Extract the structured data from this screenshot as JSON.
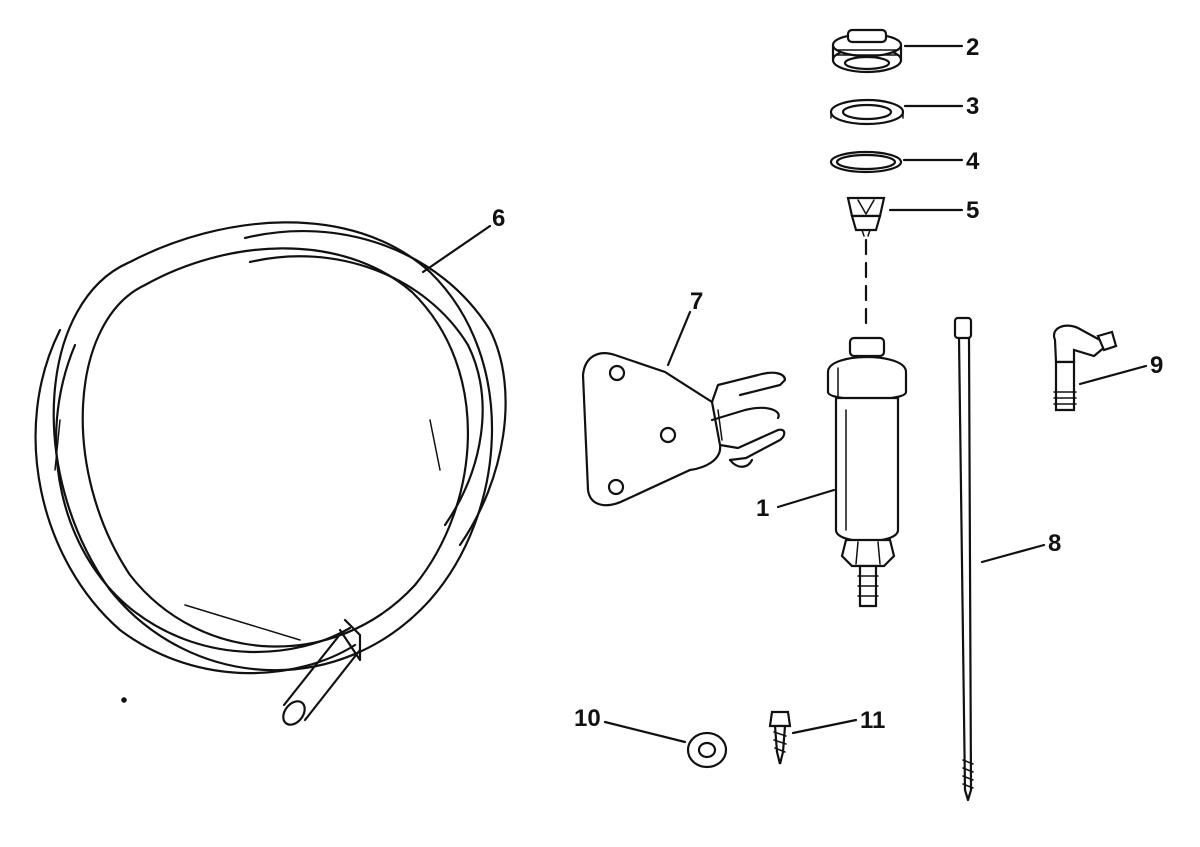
{
  "diagram": {
    "colors": {
      "ink": "#111111",
      "paper": "#ffffff"
    },
    "callouts": [
      {
        "id": "c1",
        "text": "1"
      },
      {
        "id": "c2",
        "text": "2"
      },
      {
        "id": "c3",
        "text": "3"
      },
      {
        "id": "c4",
        "text": "4"
      },
      {
        "id": "c5",
        "text": "5"
      },
      {
        "id": "c6",
        "text": "6"
      },
      {
        "id": "c7",
        "text": "7"
      },
      {
        "id": "c8",
        "text": "8"
      },
      {
        "id": "c9",
        "text": "9"
      },
      {
        "id": "c10",
        "text": "10"
      },
      {
        "id": "c11",
        "text": "11"
      }
    ]
  }
}
